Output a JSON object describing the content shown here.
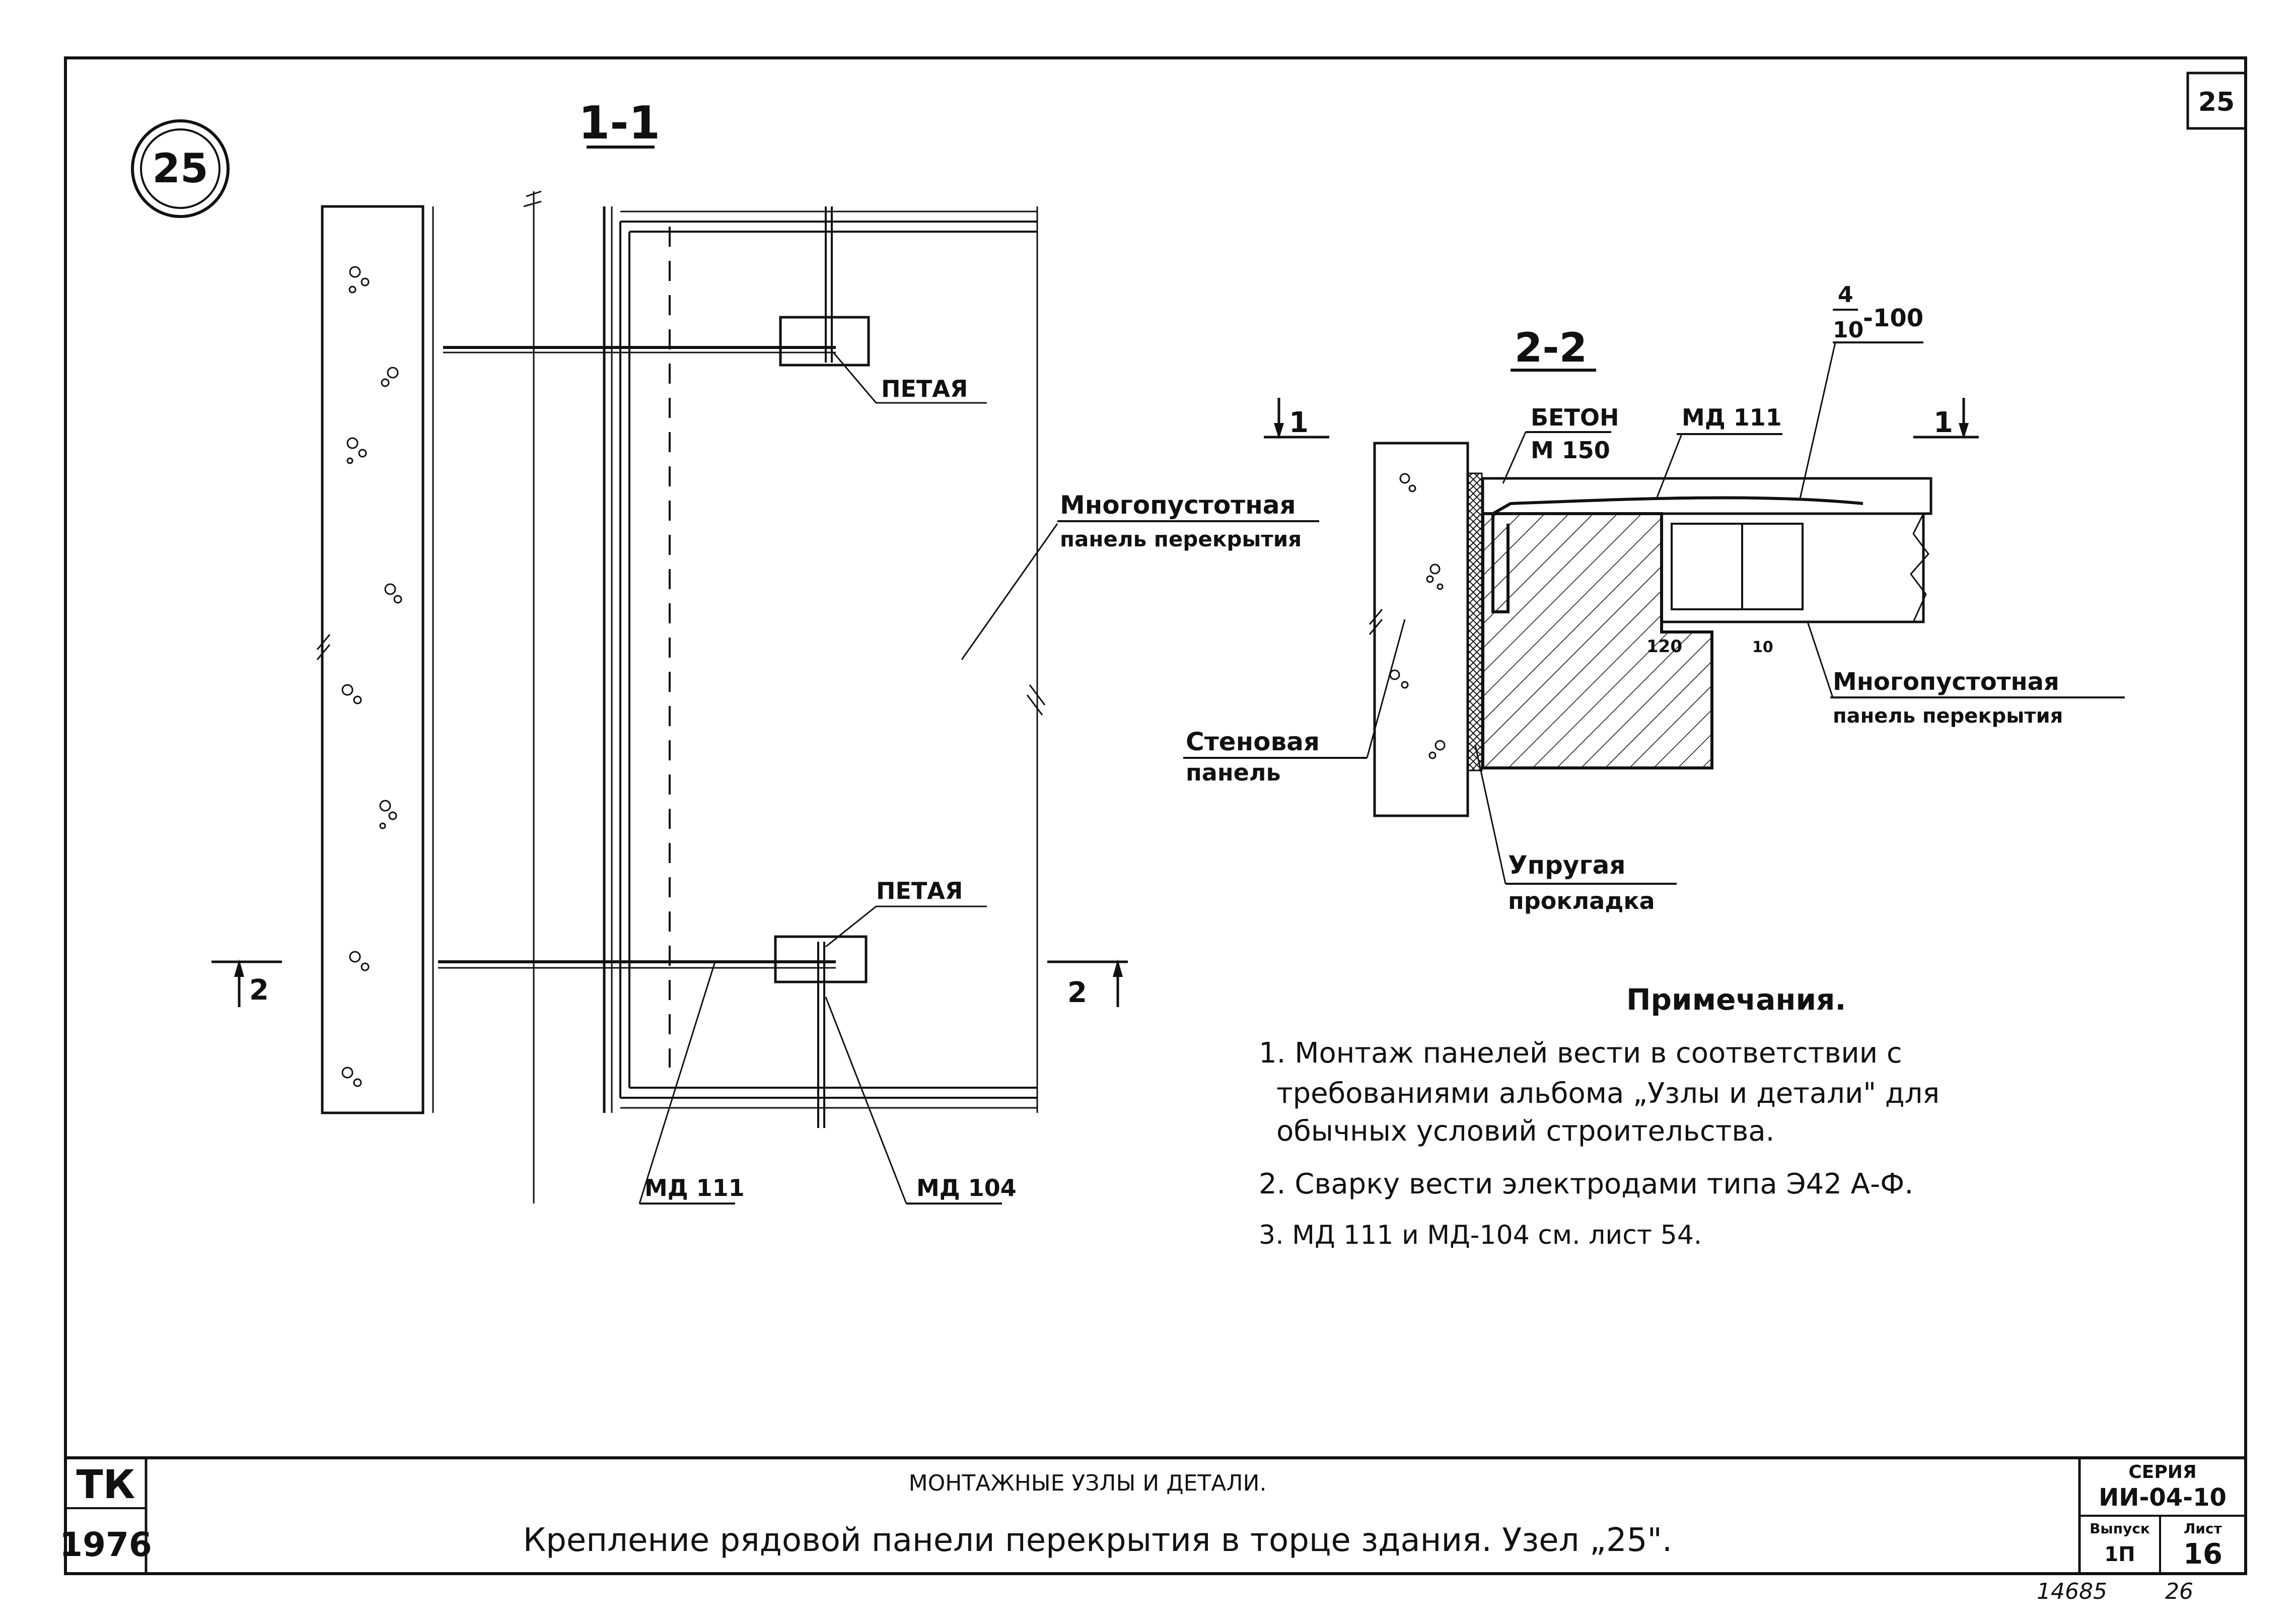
{
  "sheet_number": "25",
  "node_number": "25",
  "section_1": {
    "title": "1-1",
    "label_loop_top": "ПЕТАЯ",
    "label_loop_bottom": "ПЕТАЯ",
    "label_panel_line1": "Многопустотная",
    "label_panel_line2": "панель перекрытия",
    "label_md111": "МД 111",
    "label_md104": "МД 104",
    "cut_left": "2",
    "cut_right": "2"
  },
  "section_2": {
    "title": "2-2",
    "cut_left": "1",
    "cut_right": "1",
    "concrete_line1": "БЕТОН",
    "concrete_line2": "М 150",
    "md_label": "МД 111",
    "rebar_numerator": "4",
    "rebar_denominator": "10",
    "rebar_suffix": "-100",
    "dim_120": "120",
    "dim_10": "10",
    "panel_line1": "Многопустотная",
    "panel_line2": "панель перекрытия",
    "wall_line1": "Стеновая",
    "wall_line2": "панель",
    "pad_line1": "Упругая",
    "pad_line2": "прокладка"
  },
  "notes": {
    "heading": "Примечания.",
    "items": [
      "1. Монтаж панелей вести в соответствии с",
      "требованиями альбома „Узлы и детали\" для",
      "обычных условий строительства.",
      "2. Сварку вести электродами типа Э42 А-Ф.",
      "3. МД 111 и МД-104 см. лист 54."
    ]
  },
  "title_block": {
    "org": "ТК",
    "year": "1976",
    "subtitle": "МОНТАЖНЫЕ УЗЛЫ И ДЕТАЛИ.",
    "title": "Крепление рядовой панели перекрытия в торце здания. Узел „25\".",
    "series_label": "СЕРИЯ",
    "series_value": "ИИ-04-10",
    "issue_label": "Выпуск",
    "issue_value": "1П",
    "sheet_label": "Лист",
    "sheet_value": "16"
  },
  "footer": {
    "number_left": "14685",
    "number_right": "26"
  }
}
